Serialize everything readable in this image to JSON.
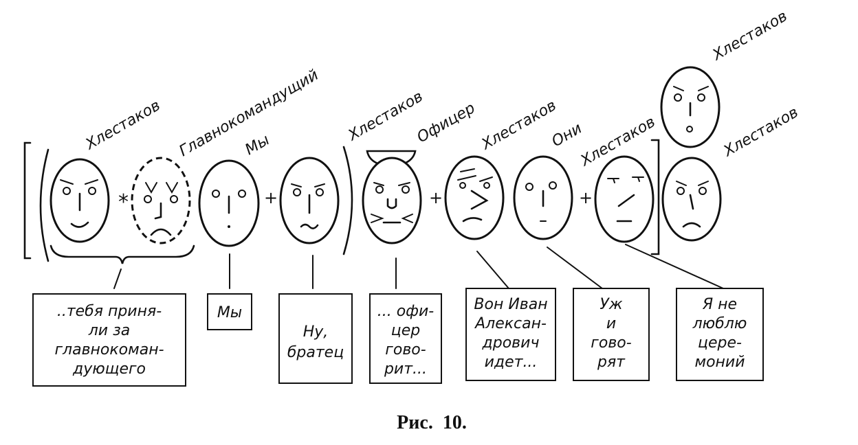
{
  "labels": {
    "f1": "Хлестаков",
    "f2": "Главнокомандущий",
    "f3": "Мы",
    "f5": "Хлестаков",
    "f5b": "Офицер",
    "f6": "Хлестаков",
    "f7": "Они",
    "f8": "Хлестаков",
    "f9": "Хлестаков",
    "f10": "Хлестаков"
  },
  "operators": {
    "star": "*",
    "plus1": "+",
    "plus2": "+",
    "plus3": "+"
  },
  "boxes": {
    "b1": [
      "..тебя  приня-",
      "ли  за",
      "главнокоман-",
      "дующего"
    ],
    "b2": [
      "Мы"
    ],
    "b3": [
      "Ну,",
      "братец"
    ],
    "b4": [
      "... офи-",
      "цер",
      "гово-",
      "рит..."
    ],
    "b5": [
      "Вон Иван",
      "Алексан-",
      "дрович",
      "идет..."
    ],
    "b6": [
      "Уж",
      "и",
      "гово-",
      "рят"
    ],
    "b7": [
      "Я  не",
      "люблю",
      "цере-",
      "моний"
    ]
  },
  "caption": "Рис.  10."
}
